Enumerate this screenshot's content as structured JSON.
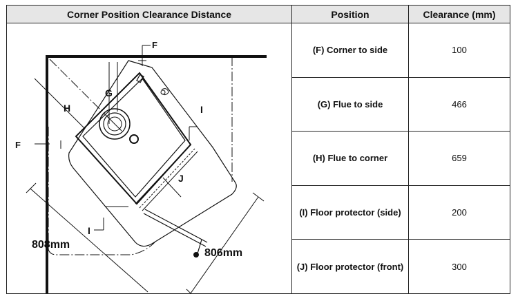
{
  "table": {
    "headers": {
      "diagram": "Corner Position Clearance Distance",
      "position": "Position",
      "clearance": "Clearance (mm)"
    },
    "rows": [
      {
        "position": "(F) Corner to side",
        "clearance": "100"
      },
      {
        "position": "(G) Flue to side",
        "clearance": "466"
      },
      {
        "position": "(H) Flue to corner",
        "clearance": "659"
      },
      {
        "position": "(I) Floor protector (side)",
        "clearance": "200"
      },
      {
        "position": "(J) Floor protector (front)",
        "clearance": "300"
      }
    ]
  },
  "diagram": {
    "labels": {
      "f_top": "F",
      "f_left": "F",
      "g": "G",
      "h": "H",
      "i_right": "I",
      "i_left": "I",
      "j": "J",
      "dim_left": "808mm",
      "dim_right": "806mm"
    }
  }
}
